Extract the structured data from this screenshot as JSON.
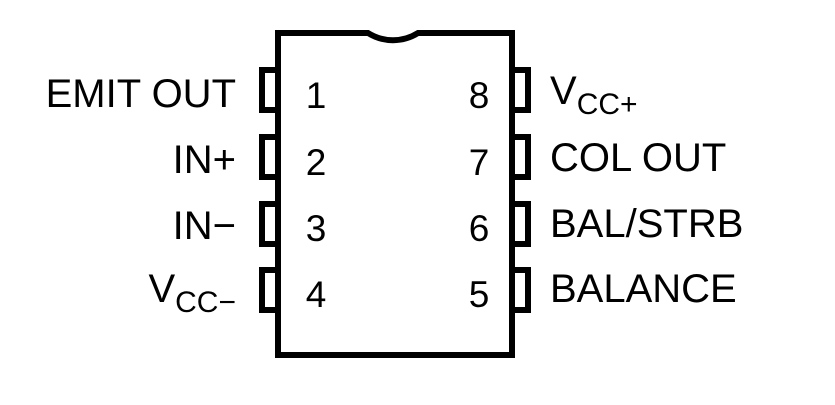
{
  "package": {
    "pins_left": [
      {
        "number": "1",
        "label": "EMIT OUT"
      },
      {
        "number": "2",
        "label": "IN+"
      },
      {
        "number": "3",
        "label": "IN−"
      },
      {
        "number": "4",
        "label_main": "V",
        "label_sub": "CC−"
      }
    ],
    "pins_right": [
      {
        "number": "8",
        "label_main": "V",
        "label_sub": "CC+"
      },
      {
        "number": "7",
        "label": "COL OUT"
      },
      {
        "number": "6",
        "label": "BAL/STRB"
      },
      {
        "number": "5",
        "label": "BALANCE"
      }
    ]
  }
}
